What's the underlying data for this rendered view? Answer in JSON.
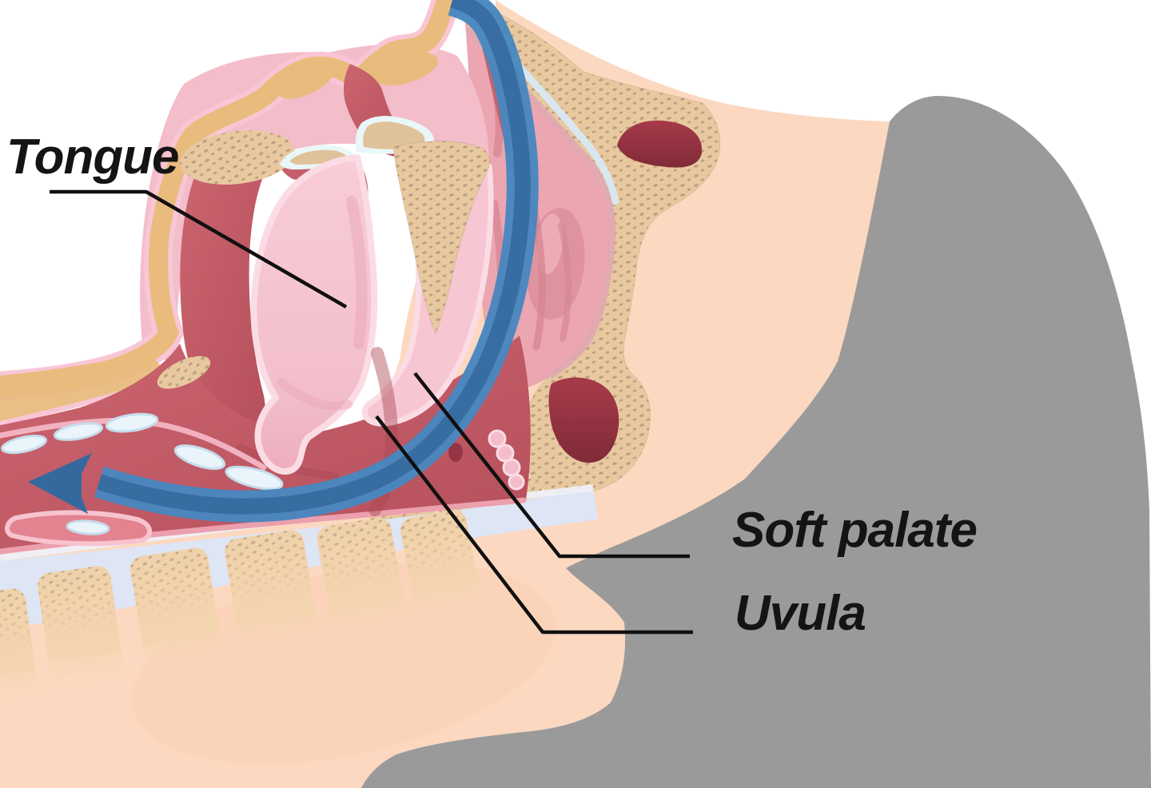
{
  "labels": {
    "tongue": "Tongue",
    "soft_palate": "Soft palate",
    "uvula": "Uvula"
  },
  "colors": {
    "background": "#ffffff",
    "skin": "#fcd8c0",
    "skin_shadow": "#f6c7a4",
    "hair": "#9b9a9a",
    "outline_pink": "#f9c6d6",
    "skin_cut_tan": "#e9bc7e",
    "flesh": "#f3bdc9",
    "tissue_red": "#c25d67",
    "tissue_red_deep": "#a84751",
    "cavity_maroon": "#8e2f3e",
    "tongue_pink": "#f6c6d2",
    "mucosa_border": "#fbdce5",
    "nasal_pink": "#eba6b1",
    "fold_rose": "#d4838f",
    "bone": "#e8c99f",
    "bone_speckle": "#b2947a",
    "bone_rim": "#dfa8b0",
    "lavender": "#dee5f4",
    "vertebra": "#efd2a9",
    "gloss_blue": "#eaf4fb",
    "gloss_edge": "#c6dcec",
    "tooth_enamel": "#e9f7f9",
    "tooth_dentin": "#dfc29a",
    "airflow_blue": "#4887bf",
    "airflow_blue_dark": "#35699e",
    "leader_line": "#101010",
    "label_text": "#141414"
  }
}
